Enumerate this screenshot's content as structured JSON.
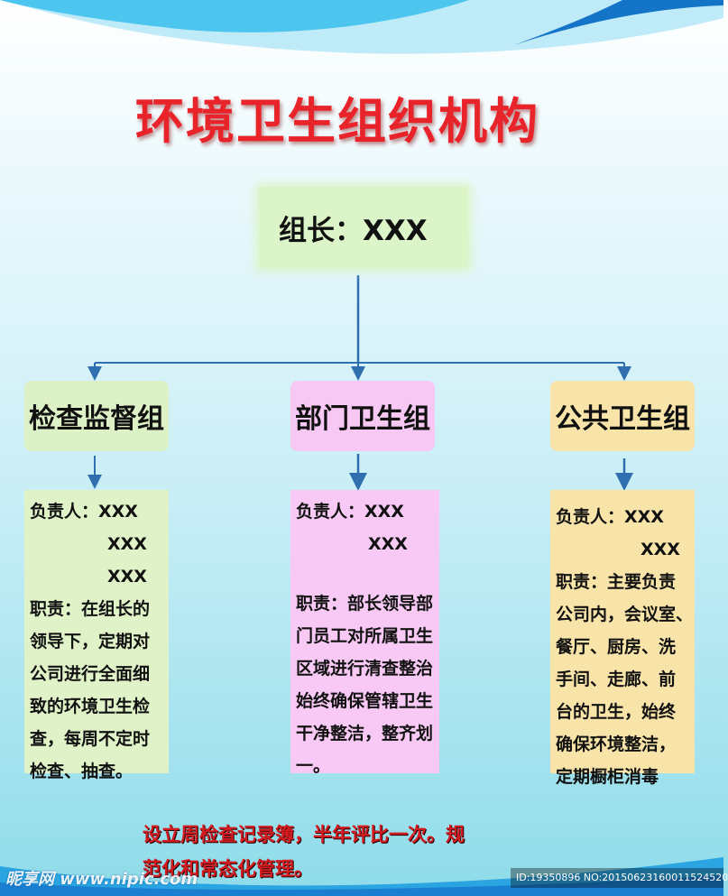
{
  "title": "环境卫生组织机构",
  "leader": "组长：XXX",
  "groups": [
    {
      "name": "检查监督组",
      "lines": [
        "负责人：XXX",
        "XXX",
        "XXX",
        "职责：在组长的",
        "领导下，定期对",
        "公司进行全面细",
        "致的环境卫生检",
        "查，每周不定时",
        "检查、抽查。"
      ]
    },
    {
      "name": "部门卫生组",
      "lines": [
        "负责人：XXX",
        "XXX",
        "职责：部长领导部",
        "门员工对所属卫生",
        "区域进行清查整治",
        "始终确保管辖卫生",
        "干净整洁，整齐划",
        "一。"
      ]
    },
    {
      "name": "公共卫生组",
      "lines": [
        "负责人：XXX",
        "XXX",
        "职责：主要负责",
        "公司内，会议室、",
        "餐厅、厨房、洗",
        "手间、走廊、前",
        "台的卫生，始终",
        "确保环境整洁，",
        "定期橱柜消毒"
      ]
    }
  ],
  "footer": [
    "设立周检查记录簿，半年评比一次。规",
    "范化和常态化管理。"
  ],
  "watermark": "昵享网 www.nipic.com",
  "image_id": "ID:19350896 NO:20150623160011524520",
  "colors": {
    "title": "#e8232a",
    "connector": "#2f6fb0",
    "wave": "#1a9fe0"
  }
}
